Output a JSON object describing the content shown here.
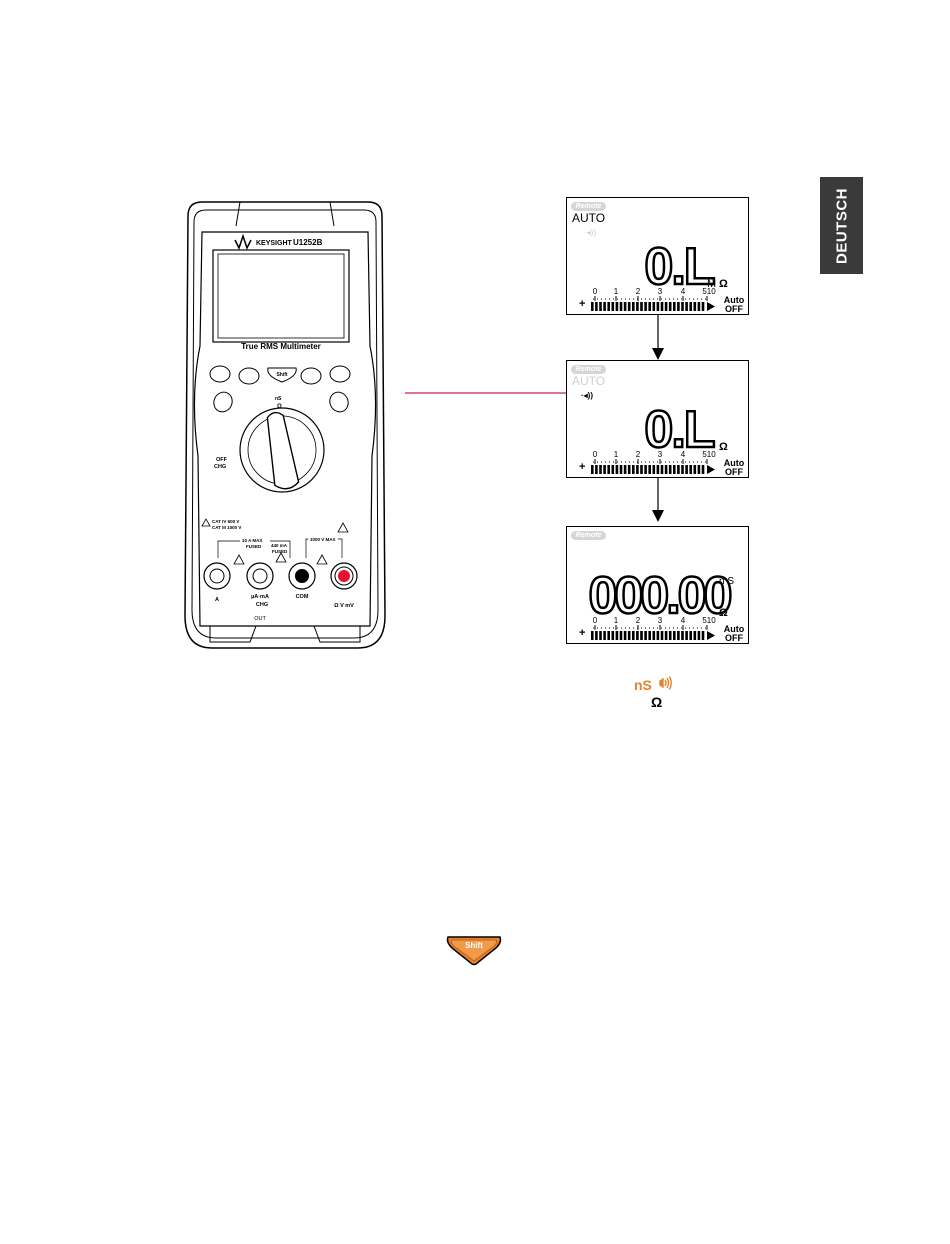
{
  "tab": {
    "label": "DEUTSCH"
  },
  "meter": {
    "brand": "KEYSIGHT",
    "model": "U1252B",
    "title": "True RMS Multimeter",
    "shift_key": "Shift",
    "dial_label_top": "nS",
    "dial_label_ohm": "Ω",
    "dial_off": "OFF",
    "dial_chg": "CHG",
    "cat_line1": "CAT IV 600 V",
    "cat_line2": "CAT III 1000 V",
    "fuse_10a": "10 A MAX",
    "fused1": "FUSED",
    "fuse_440ma": "440 mA",
    "fused2": "FUSED",
    "max_1000v": "1000 V MAX",
    "terminal_a": "A",
    "terminal_ua": "µA·mA",
    "terminal_chg": "CHG",
    "terminal_out": "OUT",
    "terminal_com": "COM",
    "terminal_v": "Ω V mV"
  },
  "screens": [
    {
      "badge": "Remote",
      "auto": "AUTO",
      "reading": "0.L",
      "unit_prefix": "M",
      "unit": "Ω",
      "unit_top": "",
      "scale": [
        "0",
        "1",
        "2",
        "3",
        "4",
        "510"
      ],
      "plus": "+",
      "auto_off_1": "Auto",
      "auto_off_2": "OFF"
    },
    {
      "badge": "Remote",
      "auto": "AUTO",
      "reading": "0.L",
      "unit_prefix": "",
      "unit": "Ω",
      "unit_top": "",
      "scale": [
        "0",
        "1",
        "2",
        "3",
        "4",
        "510"
      ],
      "plus": "+",
      "auto_off_1": "Auto",
      "auto_off_2": "OFF"
    },
    {
      "badge": "Remote",
      "auto": "",
      "reading": "000.00",
      "unit_prefix": "",
      "unit": "Ω",
      "unit_top": "n S",
      "scale": [
        "0",
        "1",
        "2",
        "3",
        "4",
        "510"
      ],
      "plus": "+",
      "auto_off_1": "Auto",
      "auto_off_2": "OFF"
    }
  ],
  "bottom_icon": {
    "top": "nS",
    "bottom": "Ω"
  },
  "shift_button": {
    "label": "Shift"
  },
  "colors": {
    "accent": "#e8812b",
    "pointer": "#c9204a",
    "tab": "#3a3a3a"
  }
}
